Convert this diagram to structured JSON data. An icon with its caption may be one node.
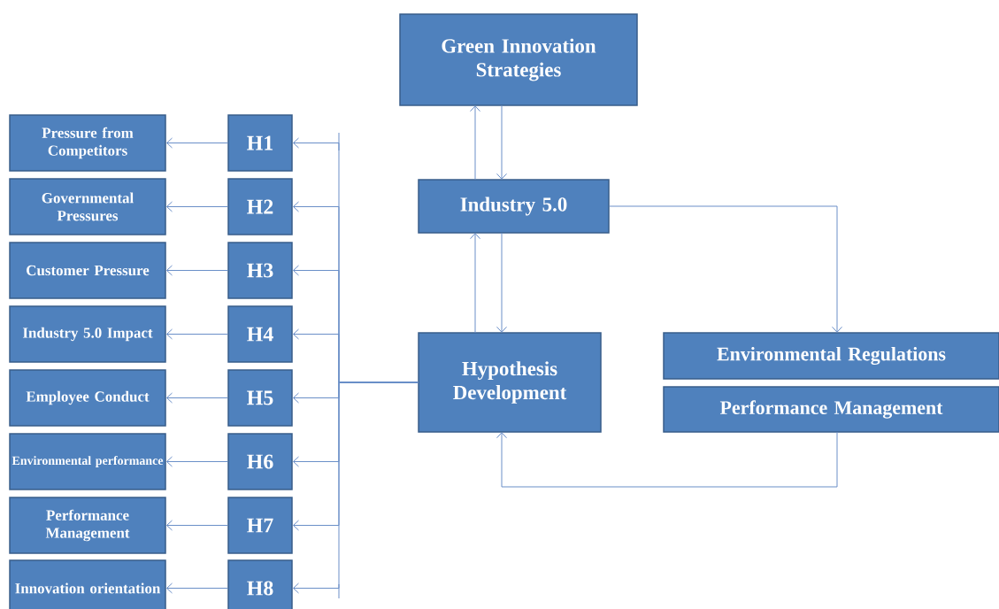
{
  "diagram": {
    "nodes": [
      {
        "text": [
          "Green Innovation Strategies"
        ]
      },
      {
        "text": [
          "Industry 5.0"
        ]
      },
      {
        "text": [
          "Hypothesis Development"
        ]
      },
      {
        "text": [
          "Environmental Regulations"
        ]
      },
      {
        "text": [
          "Performance Management"
        ]
      },
      {
        "text": [
          "H1"
        ]
      },
      {
        "text": [
          "H2"
        ]
      },
      {
        "text": [
          "H3"
        ]
      },
      {
        "text": [
          "H4"
        ]
      },
      {
        "text": [
          "H5"
        ]
      },
      {
        "text": [
          "H6"
        ]
      },
      {
        "text": [
          "H7"
        ]
      },
      {
        "text": [
          "H8"
        ]
      },
      {
        "text": [
          "Pressure from Competitors"
        ]
      },
      {
        "text": [
          "Governmental Pressures"
        ]
      },
      {
        "text": [
          "Customer Pressure"
        ]
      },
      {
        "text": [
          "Industry 5.0 Impact"
        ]
      },
      {
        "text": [
          "Employee Conduct"
        ]
      },
      {
        "text": [
          "Environmental performance"
        ]
      },
      {
        "text": [
          "Performance Management"
        ]
      },
      {
        "text": [
          "Innovation orientation"
        ]
      }
    ],
    "edges": [
      {
        "from": 1,
        "to": 0,
        "arrow": "to"
      },
      {
        "from": 0,
        "to": 1,
        "arrow": "to"
      },
      {
        "from": 1,
        "to": 2,
        "arrow": "to"
      },
      {
        "from": 2,
        "to": 1,
        "arrow": "to"
      },
      {
        "from": 1,
        "to": 3,
        "arrow": "to"
      },
      {
        "from": 4,
        "to": 2,
        "arrow": "to"
      },
      {
        "from": 2,
        "to": 5,
        "arrow": "to"
      },
      {
        "from": 2,
        "to": 6,
        "arrow": "to"
      },
      {
        "from": 2,
        "to": 7,
        "arrow": "to"
      },
      {
        "from": 2,
        "to": 8,
        "arrow": "to"
      },
      {
        "from": 2,
        "to": 9,
        "arrow": "to"
      },
      {
        "from": 2,
        "to": 10,
        "arrow": "to"
      },
      {
        "from": 2,
        "to": 11,
        "arrow": "to"
      },
      {
        "from": 2,
        "to": 12,
        "arrow": "to"
      },
      {
        "from": 5,
        "to": 13,
        "arrow": "to"
      },
      {
        "from": 6,
        "to": 14,
        "arrow": "to"
      },
      {
        "from": 7,
        "to": 15,
        "arrow": "to"
      },
      {
        "from": 8,
        "to": 16,
        "arrow": "to"
      },
      {
        "from": 9,
        "to": 17,
        "arrow": "to"
      },
      {
        "from": 10,
        "to": 18,
        "arrow": "to"
      },
      {
        "from": 11,
        "to": 19,
        "arrow": "to"
      },
      {
        "from": 12,
        "to": 20,
        "arrow": "to"
      }
    ]
  }
}
